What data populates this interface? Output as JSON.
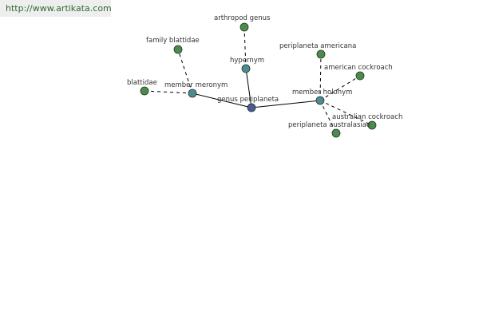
{
  "watermark": {
    "text": "http://www.artikata.com"
  },
  "colors": {
    "center": "#4a5898",
    "relation": "#4f8a94",
    "leaf": "#4e8a4e",
    "watermark_text": "#2e6b2e"
  },
  "graph": {
    "nodes": [
      {
        "id": "genus-periplaneta",
        "label": "genus periplaneta",
        "kind": "center"
      },
      {
        "id": "member-meronym",
        "label": "member meronym",
        "kind": "relation"
      },
      {
        "id": "hypernym",
        "label": "hypernym",
        "kind": "relation"
      },
      {
        "id": "member-holonym",
        "label": "member holonym",
        "kind": "relation"
      },
      {
        "id": "blattidae",
        "label": "blattidae",
        "kind": "leaf"
      },
      {
        "id": "family-blattidae",
        "label": "family blattidae",
        "kind": "leaf"
      },
      {
        "id": "arthropod-genus",
        "label": "arthropod genus",
        "kind": "leaf"
      },
      {
        "id": "periplaneta-americana",
        "label": "periplaneta americana",
        "kind": "leaf"
      },
      {
        "id": "american-cockroach",
        "label": "american cockroach",
        "kind": "leaf"
      },
      {
        "id": "australian-cockroach",
        "label": "australian cockroach",
        "kind": "leaf"
      },
      {
        "id": "periplaneta-australasiae",
        "label": "periplaneta australasiae",
        "kind": "leaf"
      }
    ],
    "edges": [
      {
        "from": "genus-periplaneta",
        "to": "member-meronym",
        "style": "solid"
      },
      {
        "from": "genus-periplaneta",
        "to": "hypernym",
        "style": "solid"
      },
      {
        "from": "genus-periplaneta",
        "to": "member-holonym",
        "style": "solid"
      },
      {
        "from": "member-meronym",
        "to": "blattidae",
        "style": "dashed"
      },
      {
        "from": "member-meronym",
        "to": "family-blattidae",
        "style": "dashed"
      },
      {
        "from": "hypernym",
        "to": "arthropod-genus",
        "style": "dashed"
      },
      {
        "from": "member-holonym",
        "to": "periplaneta-americana",
        "style": "dashed"
      },
      {
        "from": "member-holonym",
        "to": "american-cockroach",
        "style": "dashed"
      },
      {
        "from": "member-holonym",
        "to": "australian-cockroach",
        "style": "dashed"
      },
      {
        "from": "member-holonym",
        "to": "periplaneta-australasiae",
        "style": "dashed"
      }
    ]
  }
}
